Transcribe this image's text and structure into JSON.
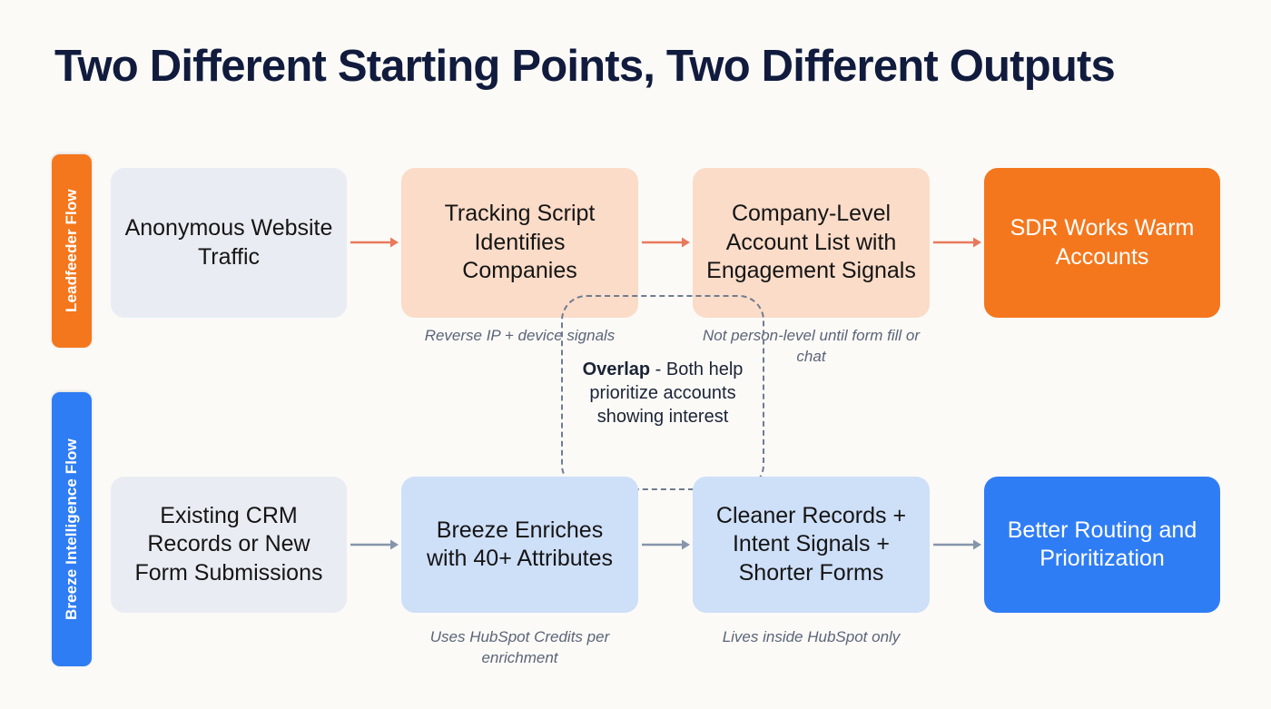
{
  "page": {
    "title": "Two Different Starting Points, Two Different Outputs",
    "background_color": "#FBFAF7"
  },
  "colors": {
    "title": "#101B3D",
    "orange": "#F4771D",
    "peach": "#FBDCC8",
    "blue": "#2F7DF4",
    "light_blue": "#CEDFF8",
    "neutral": "#E9EDF3",
    "arrow_orange": "#E8795C",
    "arrow_blue_gray": "#8795AB",
    "caption_text": "#5B6478",
    "overlap_border": "#6F7C91"
  },
  "lanes": [
    {
      "id": "leadfeeder",
      "label": "Leadfeeder Flow",
      "color": "#F4771D"
    },
    {
      "id": "breeze",
      "label": "Breeze Intelligence Flow",
      "color": "#2F7DF4"
    }
  ],
  "flows": {
    "leadfeeder": {
      "lane_label": "Leadfeeder Flow",
      "arrow_color": "#E8795C",
      "nodes": [
        {
          "id": "anonymous-website-traffic",
          "label": "Anonymous Website Traffic",
          "style": "neutral"
        },
        {
          "id": "tracking-script-identifies-companies",
          "label": "Tracking Script Identifies Companies",
          "style": "peach"
        },
        {
          "id": "company-level-account-list",
          "label": "Company-Level Account List with Engagement Signals",
          "style": "peach"
        },
        {
          "id": "sdr-works-warm-accounts",
          "label": "SDR Works Warm Accounts",
          "style": "orange"
        }
      ],
      "captions": [
        {
          "id": "reverse-ip",
          "text": "Reverse IP + device signals"
        },
        {
          "id": "not-person-level",
          "text": "Not person-level until form fill or chat"
        }
      ]
    },
    "breeze": {
      "lane_label": "Breeze Intelligence Flow",
      "arrow_color": "#8795AB",
      "nodes": [
        {
          "id": "existing-crm-records",
          "label": "Existing CRM Records or New Form Submissions",
          "style": "neutral"
        },
        {
          "id": "breeze-enriches",
          "label": "Breeze Enriches with 40+ Attributes",
          "style": "light-blue"
        },
        {
          "id": "cleaner-records",
          "label": "Cleaner Records + Intent Signals + Shorter Forms",
          "style": "light-blue"
        },
        {
          "id": "better-routing",
          "label": "Better Routing and Prioritization",
          "style": "blue"
        }
      ],
      "captions": [
        {
          "id": "uses-hubspot-credits",
          "text": "Uses HubSpot Credits per enrichment"
        },
        {
          "id": "lives-inside-hubspot",
          "text": "Lives inside HubSpot only"
        }
      ]
    }
  },
  "overlap": {
    "emphasis": "Overlap",
    "rest": " - Both help prioritize accounts showing interest",
    "full_text": "Overlap - Both help prioritize accounts showing interest"
  }
}
